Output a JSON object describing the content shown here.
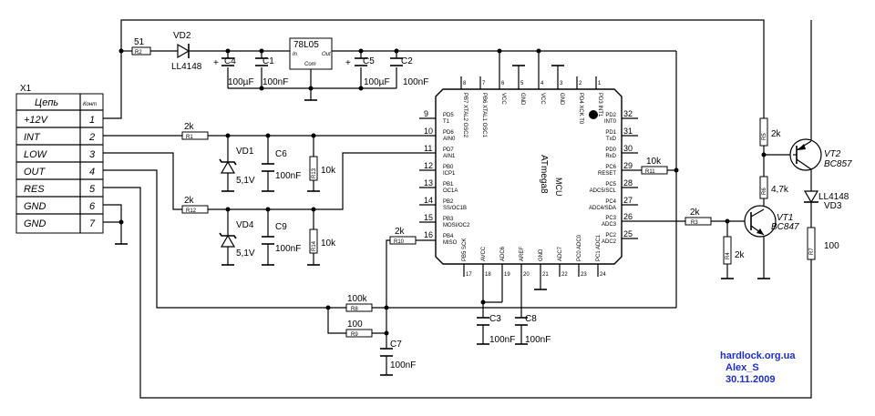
{
  "connector": {
    "ref": "X1",
    "header_signal": "Цепь",
    "header_pin": "Конт",
    "rows": [
      {
        "signal": "+12V",
        "pin": "1"
      },
      {
        "signal": "INT",
        "pin": "2"
      },
      {
        "signal": "LOW",
        "pin": "3"
      },
      {
        "signal": "OUT",
        "pin": "4"
      },
      {
        "signal": "RES",
        "pin": "5"
      },
      {
        "signal": "GND",
        "pin": "6"
      },
      {
        "signal": "GND",
        "pin": "7"
      }
    ]
  },
  "mcu": {
    "ref": "MCU",
    "name": "ATmega8",
    "top_pins": [
      {
        "num": "8",
        "label": "PB7 XTAL2 OSC2"
      },
      {
        "num": "7",
        "label": "PB6 XTAL1 OSC1"
      },
      {
        "num": "6",
        "label": "VCC"
      },
      {
        "num": "5",
        "label": "GND"
      },
      {
        "num": "4",
        "label": "VCC"
      },
      {
        "num": "3",
        "label": "GND"
      },
      {
        "num": "2",
        "label": "PD4 XCK T0"
      },
      {
        "num": "1",
        "label": "PD3 INT1"
      }
    ],
    "left_pins": [
      {
        "num": "9",
        "label": "PD5",
        "func": "T1"
      },
      {
        "num": "10",
        "label": "PD6",
        "func": "AIN0"
      },
      {
        "num": "11",
        "label": "PD7",
        "func": "AIN1"
      },
      {
        "num": "12",
        "label": "PB0",
        "func": "ICP1"
      },
      {
        "num": "13",
        "label": "PB1",
        "func": "OC1A"
      },
      {
        "num": "14",
        "label": "PB2",
        "func": "SS/OC1B"
      },
      {
        "num": "15",
        "label": "PB3",
        "func": "MOSI/OC2"
      },
      {
        "num": "16",
        "label": "PB4",
        "func": "MISO"
      }
    ],
    "right_pins": [
      {
        "num": "32",
        "label": "PD2",
        "func": "INT0"
      },
      {
        "num": "31",
        "label": "PD1",
        "func": "TxD"
      },
      {
        "num": "30",
        "label": "PD0",
        "func": "RxD"
      },
      {
        "num": "29",
        "label": "PC6",
        "func": "RESET"
      },
      {
        "num": "28",
        "label": "PC5",
        "func": "ADC5/SCL"
      },
      {
        "num": "27",
        "label": "PC4",
        "func": "ADC4/SDA"
      },
      {
        "num": "26",
        "label": "PC3",
        "func": "ADC3"
      },
      {
        "num": "25",
        "label": "PC2",
        "func": "ADC2"
      }
    ],
    "bottom_pins": [
      {
        "num": "17",
        "label": "PB5 SCK"
      },
      {
        "num": "18",
        "label": "AVCC"
      },
      {
        "num": "19",
        "label": "ADC6"
      },
      {
        "num": "20",
        "label": "AREF"
      },
      {
        "num": "21",
        "label": "GND"
      },
      {
        "num": "22",
        "label": "ADC7"
      },
      {
        "num": "23",
        "label": "PC0 ADC0"
      },
      {
        "num": "24",
        "label": "PC1 ADC1"
      }
    ]
  },
  "regulator": {
    "ref": "78L05",
    "in": "In",
    "com": "Com",
    "out": "Out"
  },
  "parts": {
    "R1": {
      "ref": "R1",
      "value": "2k"
    },
    "R2": {
      "ref": "R2",
      "value": "51"
    },
    "R3": {
      "ref": "R3",
      "value": "2k"
    },
    "R4": {
      "ref": "R4",
      "value": "2k"
    },
    "R5": {
      "ref": "R5",
      "value": "2k"
    },
    "R6": {
      "ref": "R6",
      "value": "4,7k"
    },
    "R7": {
      "ref": "R7",
      "value": "100"
    },
    "R8": {
      "ref": "R8",
      "value": "100k"
    },
    "R9": {
      "ref": "R9",
      "value": "100"
    },
    "R10": {
      "ref": "R10",
      "value": "2k"
    },
    "R11": {
      "ref": "R11",
      "value": "10k"
    },
    "R12": {
      "ref": "R12",
      "value": "2k"
    },
    "R13": {
      "ref": "R13",
      "value": "10k"
    },
    "R14": {
      "ref": "R14",
      "value": "10k"
    },
    "C1": {
      "ref": "C1",
      "value": "100nF"
    },
    "C2": {
      "ref": "C2",
      "value": "100nF"
    },
    "C3": {
      "ref": "C3",
      "value": "100nF"
    },
    "C4": {
      "ref": "C4",
      "value": "100µF"
    },
    "C5": {
      "ref": "C5",
      "value": "100µF"
    },
    "C6": {
      "ref": "C6",
      "value": "100nF"
    },
    "C7": {
      "ref": "C7",
      "value": "100nF"
    },
    "C8": {
      "ref": "C8",
      "value": "100nF"
    },
    "C9": {
      "ref": "C9",
      "value": "100nF"
    },
    "VD1": {
      "ref": "VD1",
      "value": "5,1V"
    },
    "VD2": {
      "ref": "VD2",
      "value": "LL4148"
    },
    "VD3": {
      "ref": "VD3",
      "value": "LL4148"
    },
    "VD4": {
      "ref": "VD4",
      "value": "5,1V"
    },
    "VT1": {
      "ref": "VT1",
      "value": "BC847"
    },
    "VT2": {
      "ref": "VT2",
      "value": "BC857"
    }
  },
  "credits": {
    "site": "hardlock.org.ua",
    "author": "Alex_S",
    "date": "30.11.2009"
  },
  "colors": {
    "wire": "#000000",
    "credit_text": "#1a2fd6",
    "background": "#ffffff"
  }
}
